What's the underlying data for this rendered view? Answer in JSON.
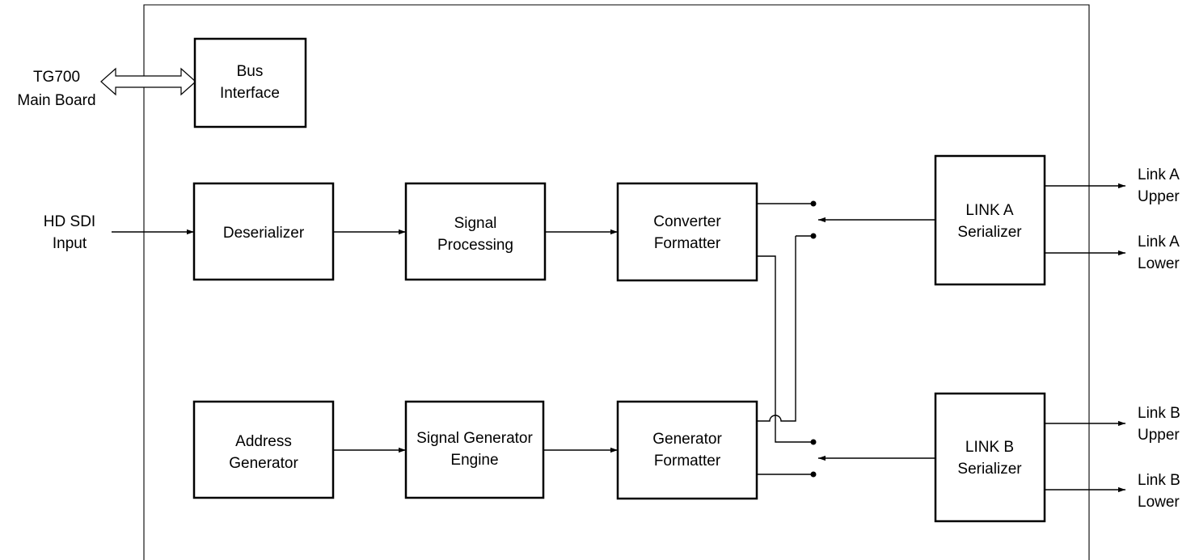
{
  "external": {
    "main_board": [
      "TG700",
      "Main Board"
    ],
    "hd_sdi_input": [
      "HD SDI",
      "Input"
    ],
    "link_a_upper": [
      "Link A",
      "Upper"
    ],
    "link_a_lower": [
      "Link A",
      "Lower"
    ],
    "link_b_upper": [
      "Link B",
      "Upper"
    ],
    "link_b_lower": [
      "Link B",
      "Lower"
    ]
  },
  "blocks": {
    "bus_interface": [
      "Bus",
      "Interface"
    ],
    "deserializer": [
      "Deserializer"
    ],
    "signal_processing": [
      "Signal",
      "Processing"
    ],
    "converter_formatter": [
      "Converter",
      "Formatter"
    ],
    "link_a_serializer": [
      "LINK A",
      "Serializer"
    ],
    "address_generator": [
      "Address",
      "Generator"
    ],
    "signal_generator_engine": [
      "Signal Generator",
      "Engine"
    ],
    "generator_formatter": [
      "Generator",
      "Formatter"
    ],
    "link_b_serializer": [
      "LINK B",
      "Serializer"
    ]
  }
}
